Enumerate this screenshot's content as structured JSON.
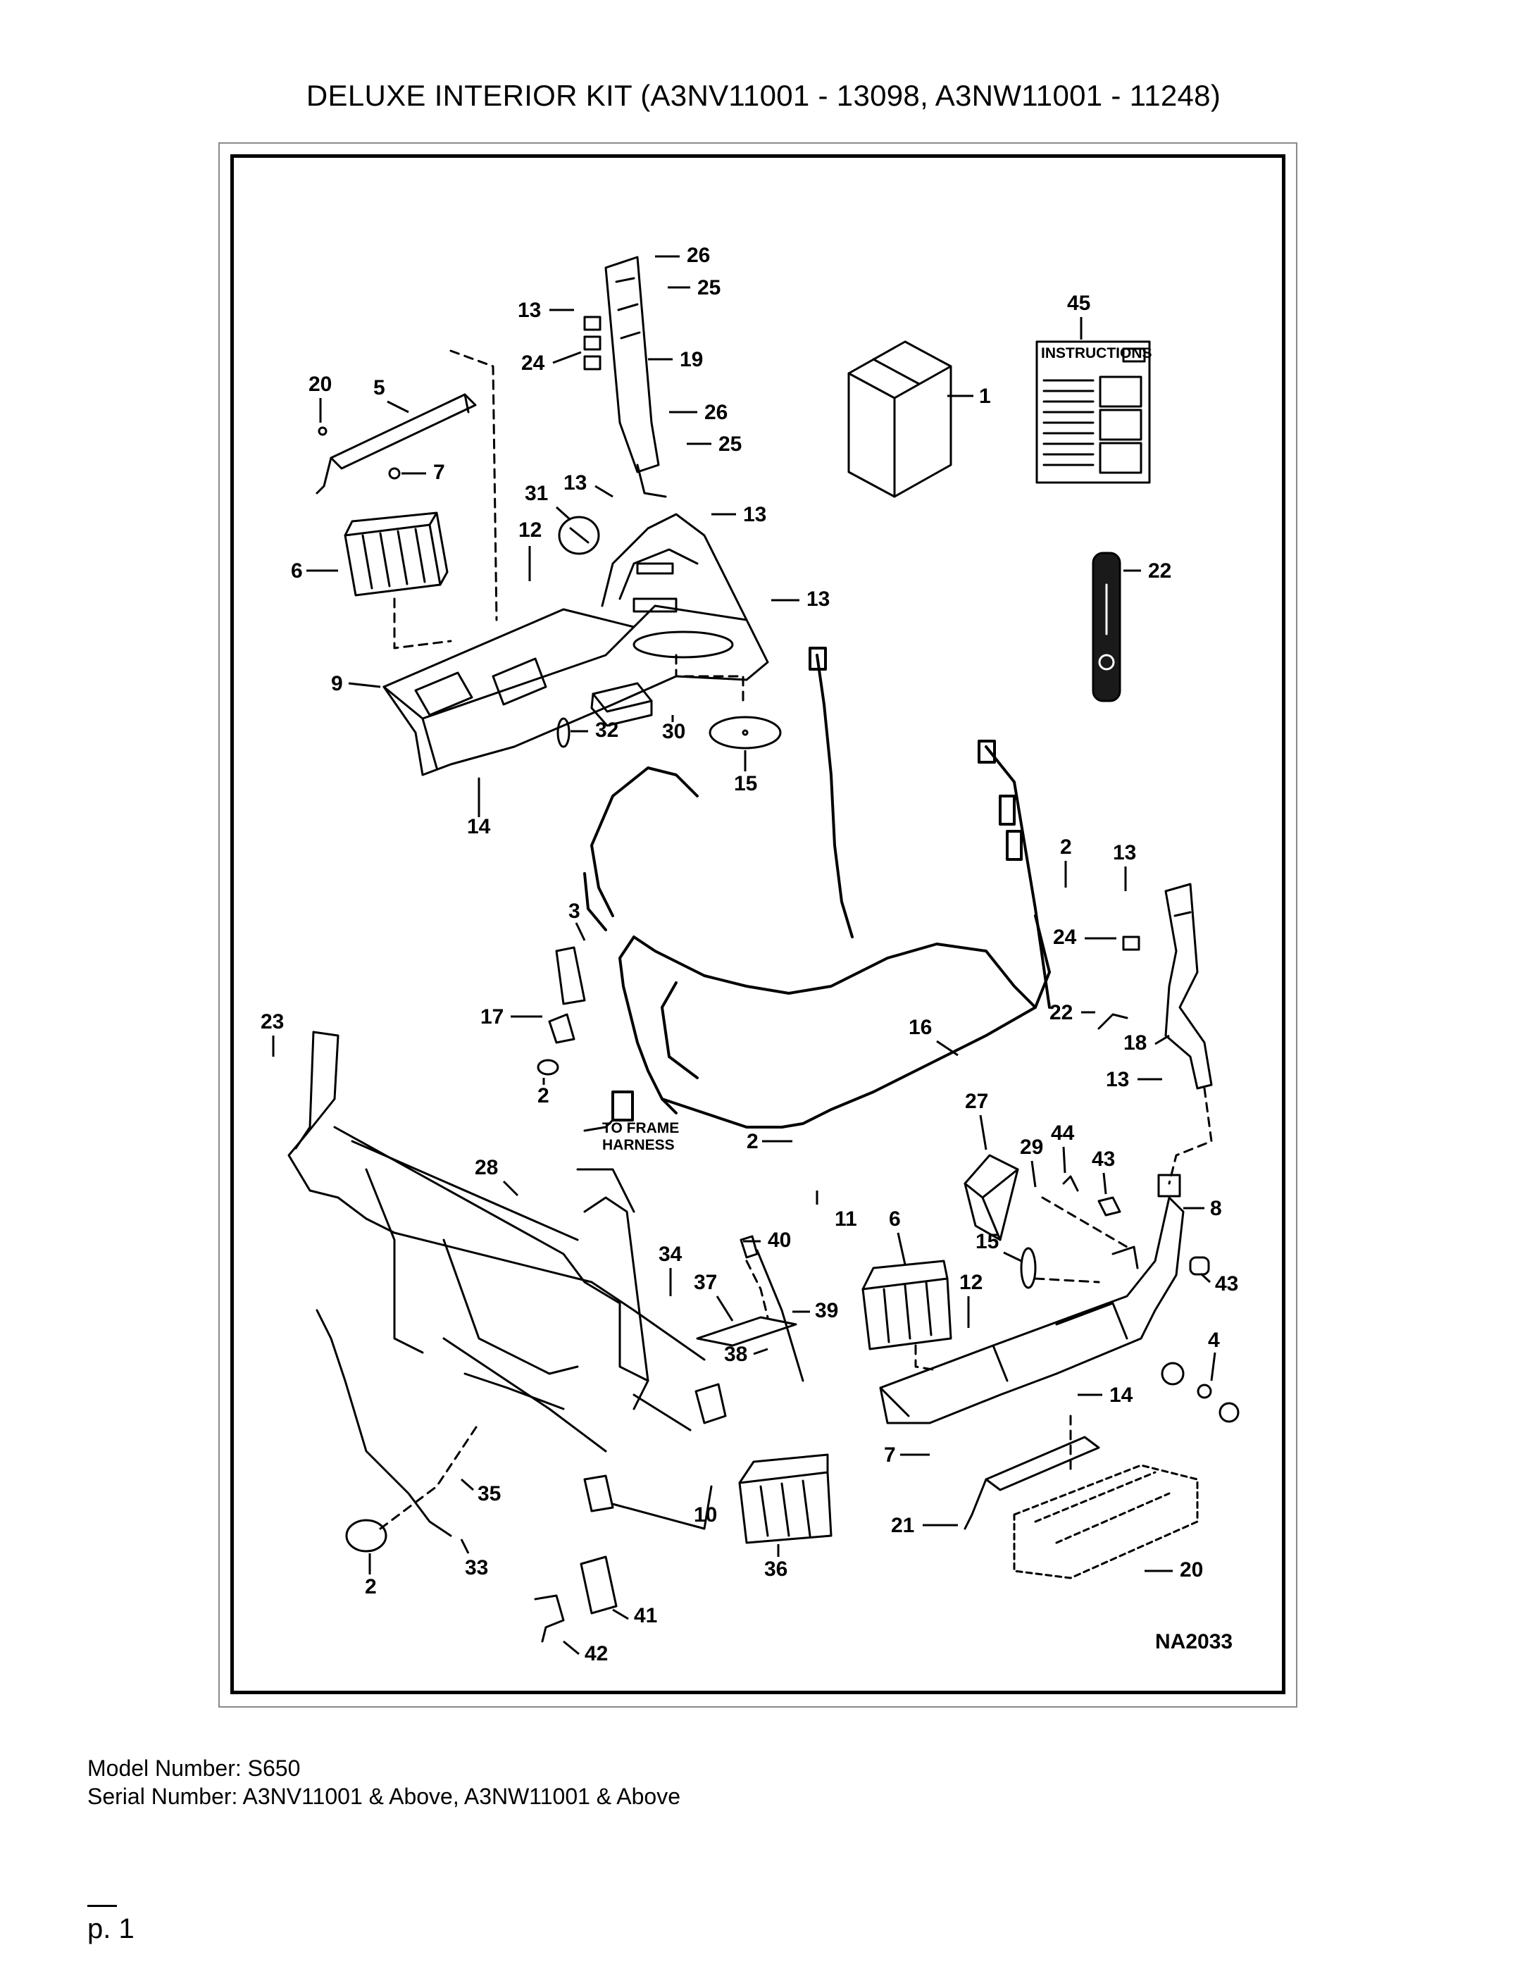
{
  "title": "DELUXE INTERIOR KIT (A3NV11001 - 13098, A3NW11001 - 11248)",
  "diagram": {
    "drawing_number": "NA2033",
    "instructions_label": "INSTRUCTIONS",
    "frame_harness_note": [
      "TO FRAME",
      "HARNESS"
    ],
    "callouts": [
      "26",
      "25",
      "13",
      "24",
      "19",
      "26",
      "25",
      "45",
      "20",
      "5",
      "1",
      "7",
      "31",
      "13",
      "13",
      "12",
      "6",
      "22",
      "13",
      "9",
      "32",
      "30",
      "15",
      "14",
      "2",
      "13",
      "3",
      "24",
      "17",
      "22",
      "23",
      "16",
      "18",
      "13",
      "2",
      "27",
      "2",
      "28",
      "29",
      "44",
      "43",
      "11",
      "8",
      "6",
      "15",
      "40",
      "34",
      "43",
      "12",
      "37",
      "39",
      "38",
      "4",
      "14",
      "7",
      "35",
      "10",
      "21",
      "36",
      "2",
      "33",
      "20",
      "41",
      "42"
    ]
  },
  "footer": {
    "model": "Model Number: S650",
    "serial": "Serial Number: A3NV11001 & Above, A3NW11001 & Above",
    "page": "p. 1"
  }
}
